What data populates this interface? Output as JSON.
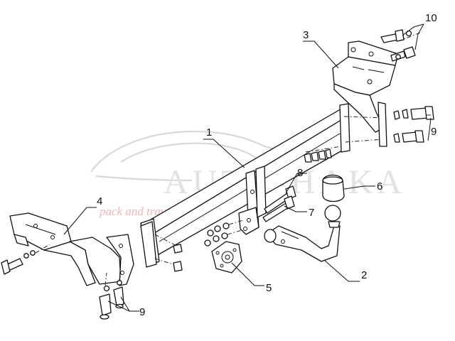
{
  "watermark": {
    "brand": "AUTO-HAKA",
    "tagline": "pack and travel"
  },
  "callouts": [
    {
      "id": "callout-1",
      "label": "1"
    },
    {
      "id": "callout-2",
      "label": "2"
    },
    {
      "id": "callout-3",
      "label": "3"
    },
    {
      "id": "callout-4",
      "label": "4"
    },
    {
      "id": "callout-5",
      "label": "5"
    },
    {
      "id": "callout-6",
      "label": "6"
    },
    {
      "id": "callout-7",
      "label": "7"
    },
    {
      "id": "callout-8",
      "label": "8"
    },
    {
      "id": "callout-9-right",
      "label": "9"
    },
    {
      "id": "callout-9-bottom",
      "label": "9"
    },
    {
      "id": "callout-10",
      "label": "10"
    }
  ]
}
